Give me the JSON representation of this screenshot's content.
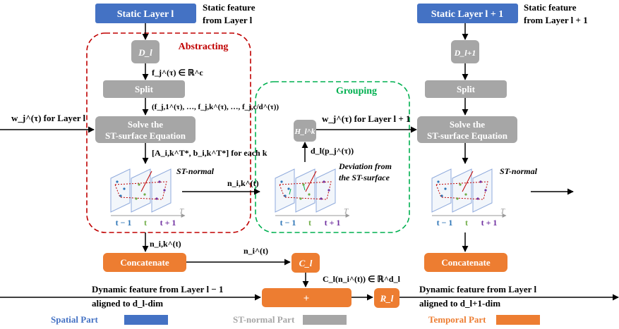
{
  "spatial": {
    "static_l": "Static Layer l",
    "static_l1": "Static Layer l + 1",
    "static_feat_l_1": "Static feature",
    "static_feat_l_2": "from Layer l",
    "static_feat_l1_1": "Static feature",
    "static_feat_l1_2": "from Layer l + 1"
  },
  "stnormal": {
    "d_l": "D_l",
    "d_l1": "D_l+1",
    "h_l": "H_l^k",
    "split": "Split",
    "solve_1": "Solve the",
    "solve_2": "ST-surface Equation"
  },
  "temporal": {
    "concat": "Concatenate",
    "c_l": "C_l",
    "plus": "+",
    "r_l": "R_l"
  },
  "labels": {
    "abstracting": "Abstracting",
    "grouping": "Grouping",
    "f_j": "f_j^(τ) ∈ ℝ^c",
    "split_out": "(f_j,1^(τ), …, f_j,k^(τ), …, f_j,c/d^(τ))",
    "a_b": "[A_i,k^T*, b_i,k^T*] for each k",
    "w_l": "w_j^(τ) for Layer l",
    "w_l1": "w_j^(τ) for Layer l + 1",
    "n_ik": "n_i,k^(t)",
    "n_ik2": "n_i,k^(t)",
    "n_i": "n_i^(t)",
    "st_normal": "ST-normal",
    "st_normal2": "ST-normal",
    "d_dev": "d_l(p_j^(τ))",
    "deviation_1": "Deviation from",
    "deviation_2": "the ST-surface",
    "c_out": "C_l(n_i^(t)) ∈ ℝ^d_l",
    "dyn_l_1": "Dynamic feature from Layer l − 1",
    "dyn_l_2": "aligned to d_l-dim",
    "dyn_r_1": "Dynamic feature from Layer l",
    "dyn_r_2": "aligned to d_l+1-dim",
    "time_axis": "T",
    "t_prev": "t − 1",
    "t_cur": "t",
    "t_next": "t + 1"
  },
  "legend": {
    "spatial": "Spatial Part",
    "stnormal": "ST-normal Part",
    "temporal": "Temporal Part"
  },
  "colors": {
    "spatial": "#4472c4",
    "stnormal": "#a6a6a6",
    "temporal": "#ed7d31",
    "abstract_border": "#c00000",
    "group_border": "#00b050",
    "t_prev": "#2e75b6",
    "t_cur": "#70ad47",
    "t_next": "#7030a0"
  }
}
